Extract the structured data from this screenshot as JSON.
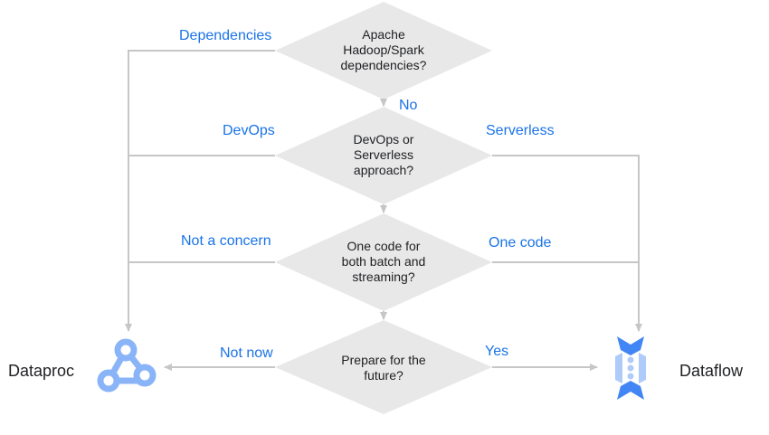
{
  "diagram": {
    "decisions": [
      {
        "lines": [
          "Apache",
          "Hadoop/Spark",
          "dependencies?"
        ]
      },
      {
        "lines": [
          "DevOps or",
          "Serverless",
          "approach?"
        ]
      },
      {
        "lines": [
          "One code for",
          "both batch and",
          "streaming?"
        ]
      },
      {
        "lines": [
          "Prepare for the",
          "future?"
        ]
      }
    ],
    "edge_labels": {
      "dependencies": "Dependencies",
      "no": "No",
      "devops": "DevOps",
      "serverless": "Serverless",
      "not_a_concern": "Not a concern",
      "one_code": "One code",
      "not_now": "Not now",
      "yes": "Yes"
    },
    "products": {
      "left": "Dataproc",
      "right": "Dataflow"
    }
  },
  "colors": {
    "diamond_fill": "#e8e8e8",
    "connector": "#c6c6c6",
    "label": "#1a73e8",
    "dataproc_icon": "#8ab4f8",
    "dataflow_dark": "#4285f4",
    "dataflow_light": "#aecbfa"
  },
  "icons": {
    "left": "dataproc-icon",
    "right": "dataflow-icon"
  }
}
